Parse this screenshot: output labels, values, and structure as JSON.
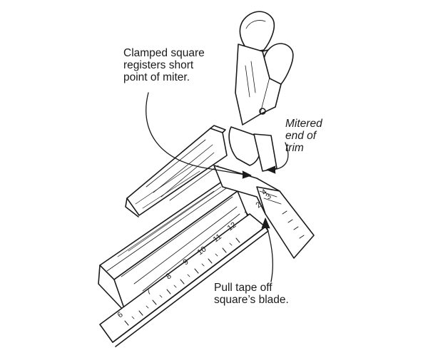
{
  "callouts": {
    "clamped_square": [
      "Clamped square",
      "registers short",
      "point of miter."
    ],
    "mitered_end": [
      "Mitered",
      "end of",
      "trim"
    ],
    "pull_tape": [
      "Pull tape off",
      "square’s blade."
    ]
  },
  "tape_marks": [
    "6",
    "7",
    "8",
    "9",
    "10",
    "11",
    "12",
    "1",
    "2",
    "3",
    "4"
  ],
  "colors": {
    "ink": "#1a1a1a",
    "paper": "#ffffff"
  }
}
